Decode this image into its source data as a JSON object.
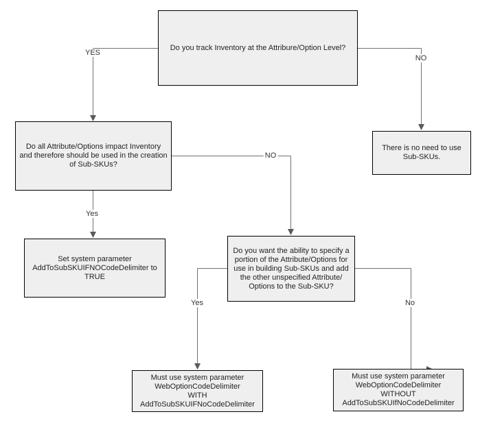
{
  "diagram": {
    "colors": {
      "background": "#ffffff",
      "box_fill": "#efefef",
      "box_border": "#000000",
      "line": "#707070",
      "arrowhead": "#5a5a5a",
      "text": "#1f1f1f"
    },
    "nodes": {
      "q_track_inventory": {
        "text": "Do you track Inventory at the Attribure/Option Level?"
      },
      "q_all_attributes_impact": {
        "text": "Do all Attribute/Options impact Inventory\nand therefore should be used in the creation\nof Sub-SKUs?"
      },
      "no_need_subskus": {
        "text": "There is no need to use\nSub-SKUs."
      },
      "set_parameter_true": {
        "text": "Set system parameter\nAddToSubSKUIFNOCodeDelimiter to\nTRUE"
      },
      "q_specify_portion": {
        "text": "Do you want the ability to specify a\nportion of the Attribute/Options for\nuse in building Sub-SKUs and add\nthe other unspecified Attribute/\nOptions to the Sub-SKU?"
      },
      "use_with_delimiter": {
        "text": "Must use system parameter\nWebOptionCodeDelimiter\nWITH\nAddToSubSKUIFNoCodeDelimiter"
      },
      "use_without_delimiter": {
        "text": "Must use system parameter\nWebOptionCodeDelimiter\nWITHOUT\nAddToSubSKUIfNoCodeDelimiter"
      }
    },
    "edge_labels": {
      "track_yes": "YES",
      "track_no": "NO",
      "all_yes": "Yes",
      "all_no": "NO",
      "specify_yes": "Yes",
      "specify_no": "No"
    }
  }
}
